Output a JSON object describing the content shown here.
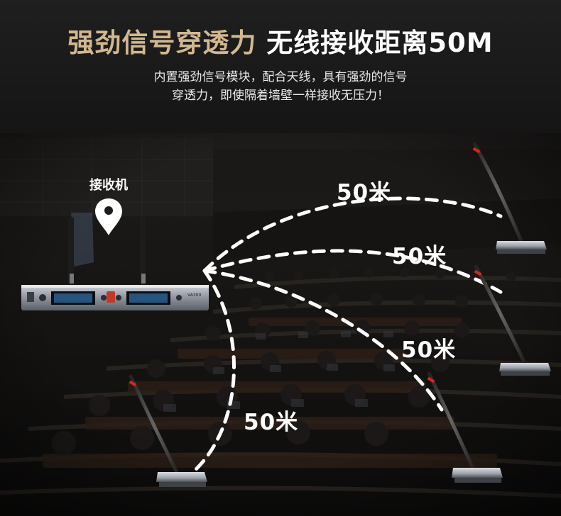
{
  "header": {
    "title_accent": "强劲信号穿透力",
    "title_main": "无线接收距离50M",
    "subtitle_line1": "内置强劲信号模块，配合天线，具有强劲的信号",
    "subtitle_line2": "穿透力，即使隔着墙壁一样接收无压力！"
  },
  "receiver": {
    "label": "接收机",
    "panel_badge": "VA300"
  },
  "distances": [
    {
      "label": "50米"
    },
    {
      "label": "50米"
    },
    {
      "label": "50米"
    },
    {
      "label": "50米"
    }
  ],
  "colors": {
    "accent": "#d2b88e",
    "text": "#ffffff",
    "background": "#161616",
    "lcd": "#3a8fd6"
  }
}
